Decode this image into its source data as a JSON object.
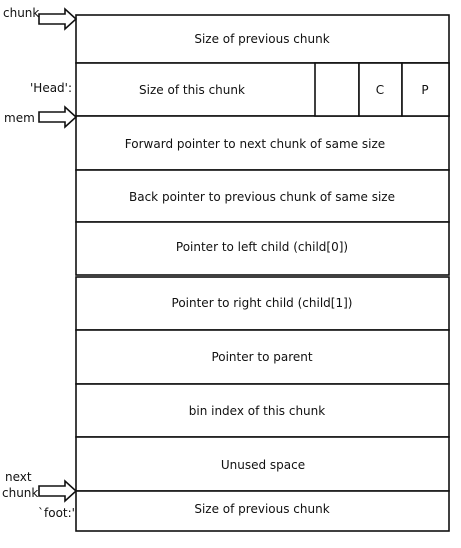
{
  "side_labels": {
    "chunk": "chunk",
    "head": "'Head':",
    "mem": "mem",
    "next_line1": "next",
    "next_line2": "chunk",
    "foot": "`foot:'"
  },
  "rows": [
    {
      "id": "size-prev",
      "label": "Size of previous chunk"
    },
    {
      "id": "size-this",
      "label": "Size of this chunk"
    },
    {
      "id": "fwd-ptr",
      "label": "Forward pointer to next chunk of same size"
    },
    {
      "id": "back-ptr",
      "label": "Back pointer to previous chunk of same size"
    },
    {
      "id": "left-child",
      "label": "Pointer to left child (child[0])"
    },
    {
      "id": "right-child",
      "label": "Pointer to right child (child[1])"
    },
    {
      "id": "parent-ptr",
      "label": "Pointer to parent"
    },
    {
      "id": "bin-index",
      "label": "bin index of this chunk"
    },
    {
      "id": "unused",
      "label": "Unused space"
    },
    {
      "id": "size-prev-foot",
      "label": "Size of previous chunk"
    }
  ],
  "flag_bits": [
    "",
    "C",
    "P"
  ]
}
